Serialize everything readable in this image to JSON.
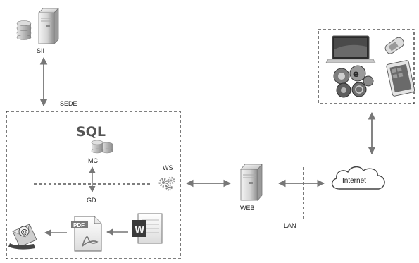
{
  "labels": {
    "sii": "SII",
    "sede": "SEDE",
    "sql": "SQL",
    "mc": "MC",
    "gd": "GD",
    "ws": "WS",
    "web": "WEB",
    "lan": "LAN",
    "internet": "Internet",
    "pdf": "PDF"
  },
  "icons": {
    "sii_server": "server-with-database-icon",
    "sql_db": "database-icon",
    "ws_gears": "gears-icon",
    "web_server": "server-icon",
    "email": "email-icon",
    "pdf_doc": "pdf-document-icon",
    "word_doc": "word-document-icon",
    "devices": [
      "laptop-icon",
      "mobile-phone-icon",
      "browser-logos-icon",
      "tablet-icon"
    ],
    "cloud": "cloud-icon"
  }
}
